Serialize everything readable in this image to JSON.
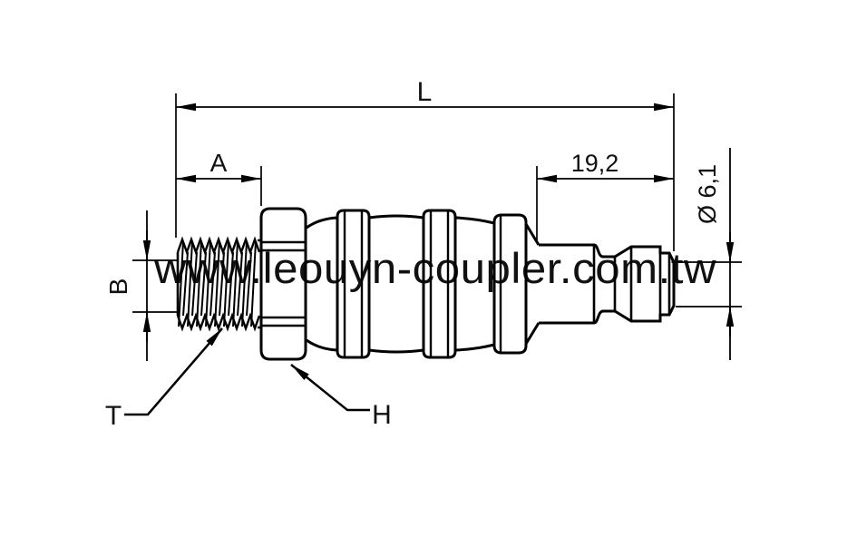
{
  "watermark": {
    "text": "www.leouyn-coupler.com.tw",
    "color": "#e8dcd9"
  },
  "drawing": {
    "type": "technical-drawing",
    "subject": "pneumatic quick coupler plug with male thread, side view",
    "line_color": "#000000"
  },
  "dims": {
    "overall_length": "L",
    "thread_length": "A",
    "thread_diameter": "B",
    "thread_callout": "T",
    "hex_callout": "H",
    "plug_length": "19,2",
    "tip_diameter": "Ø 6,1"
  }
}
